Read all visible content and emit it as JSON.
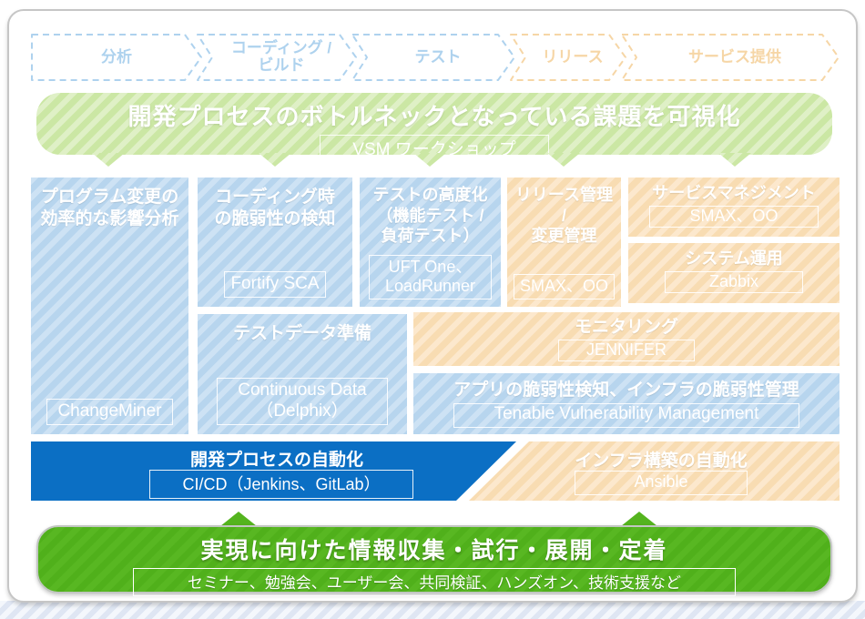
{
  "process_steps": [
    {
      "label": "分析",
      "phase": "blue"
    },
    {
      "label": "コーディング /\nビルド",
      "phase": "blue"
    },
    {
      "label": "テスト",
      "phase": "blue"
    },
    {
      "label": "リリース",
      "phase": "orange"
    },
    {
      "label": "サービス提供",
      "phase": "orange"
    }
  ],
  "top_banner": {
    "title": "開発プロセスのボトルネックとなっている課題を可視化",
    "product": "VSM ワークショップ"
  },
  "solutions": [
    {
      "title": "プログラム変更の\n効率的な影響分析",
      "product": "ChangeMiner",
      "phase": "blue"
    },
    {
      "title": "コーディング時\nの脆弱性の検知",
      "product": "Fortify SCA",
      "phase": "blue"
    },
    {
      "title": "テストの高度化\n（機能テスト /\n負荷テスト）",
      "product": "UFT One、\nLoadRunner",
      "phase": "blue"
    },
    {
      "title": "リリース管理 /\n変更管理",
      "product": "SMAX、OO",
      "phase": "orange"
    },
    {
      "title": "サービスマネジメント",
      "product": "SMAX、OO",
      "phase": "orange"
    },
    {
      "title": "システム運用",
      "product": "Zabbix",
      "phase": "orange"
    },
    {
      "title": "テストデータ準備",
      "product": "Continuous Data\n（Delphix）",
      "phase": "blue"
    },
    {
      "title": "モニタリング",
      "product": "JENNIFER",
      "phase": "orange"
    },
    {
      "title": "アプリの脆弱性検知、インフラの脆弱性管理",
      "product": "Tenable Vulnerability Management",
      "phase": "blue"
    }
  ],
  "automation": {
    "dev": {
      "title": "開発プロセスの自動化",
      "product": "CI/CD（Jenkins、GitLab）"
    },
    "infra": {
      "title": "インフラ構築の自動化",
      "product": "Ansible"
    }
  },
  "bottom_banner": {
    "title": "実現に向けた情報収集・試行・展開・定着",
    "product": "セミナー、勉強会、ユーザー会、共同検証、ハンズオン、技術支援など"
  },
  "colors": {
    "phase_blue": "#b7d5ee",
    "phase_orange": "#f8dcb2",
    "banner_green": "#cbe7a4",
    "action_green": "#54b41e",
    "dev_blue": "#0b6fc4"
  }
}
